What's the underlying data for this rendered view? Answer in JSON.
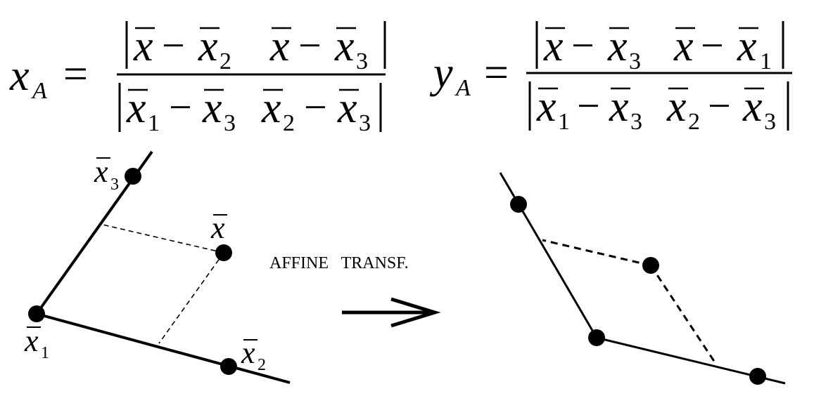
{
  "formulas": {
    "x_A": {
      "lhs_symbol": "x",
      "lhs_subscript": "A",
      "equals": "=",
      "numerator": {
        "col1": {
          "a": "x",
          "minus": "−",
          "b": "x",
          "b_sub": "2"
        },
        "col2": {
          "a": "x",
          "minus": "−",
          "b": "x",
          "b_sub": "3"
        }
      },
      "denominator": {
        "col1": {
          "a": "x",
          "a_sub": "1",
          "minus": "−",
          "b": "x",
          "b_sub": "3"
        },
        "col2": {
          "a": "x",
          "a_sub": "2",
          "minus": "−",
          "b": "x",
          "b_sub": "3"
        }
      }
    },
    "y_A": {
      "lhs_symbol": "y",
      "lhs_subscript": "A",
      "equals": "=",
      "numerator": {
        "col1": {
          "a": "x",
          "minus": "−",
          "b": "x",
          "b_sub": "3"
        },
        "col2": {
          "a": "x",
          "minus": "−",
          "b": "x",
          "b_sub": "1"
        }
      },
      "denominator": {
        "col1": {
          "a": "x",
          "a_sub": "1",
          "minus": "−",
          "b": "x",
          "b_sub": "3"
        },
        "col2": {
          "a": "x",
          "a_sub": "2",
          "minus": "−",
          "b": "x",
          "b_sub": "3"
        }
      }
    }
  },
  "left_diagram": {
    "point_labels": {
      "x1": {
        "symbol": "x",
        "sub": "1"
      },
      "x2": {
        "symbol": "x",
        "sub": "2"
      },
      "x3": {
        "symbol": "x",
        "sub": "3"
      },
      "x": {
        "symbol": "x"
      }
    }
  },
  "transform_label": "AFFINE   TRANSF.",
  "colors": {
    "ink": "#000000",
    "background": "#ffffff"
  }
}
